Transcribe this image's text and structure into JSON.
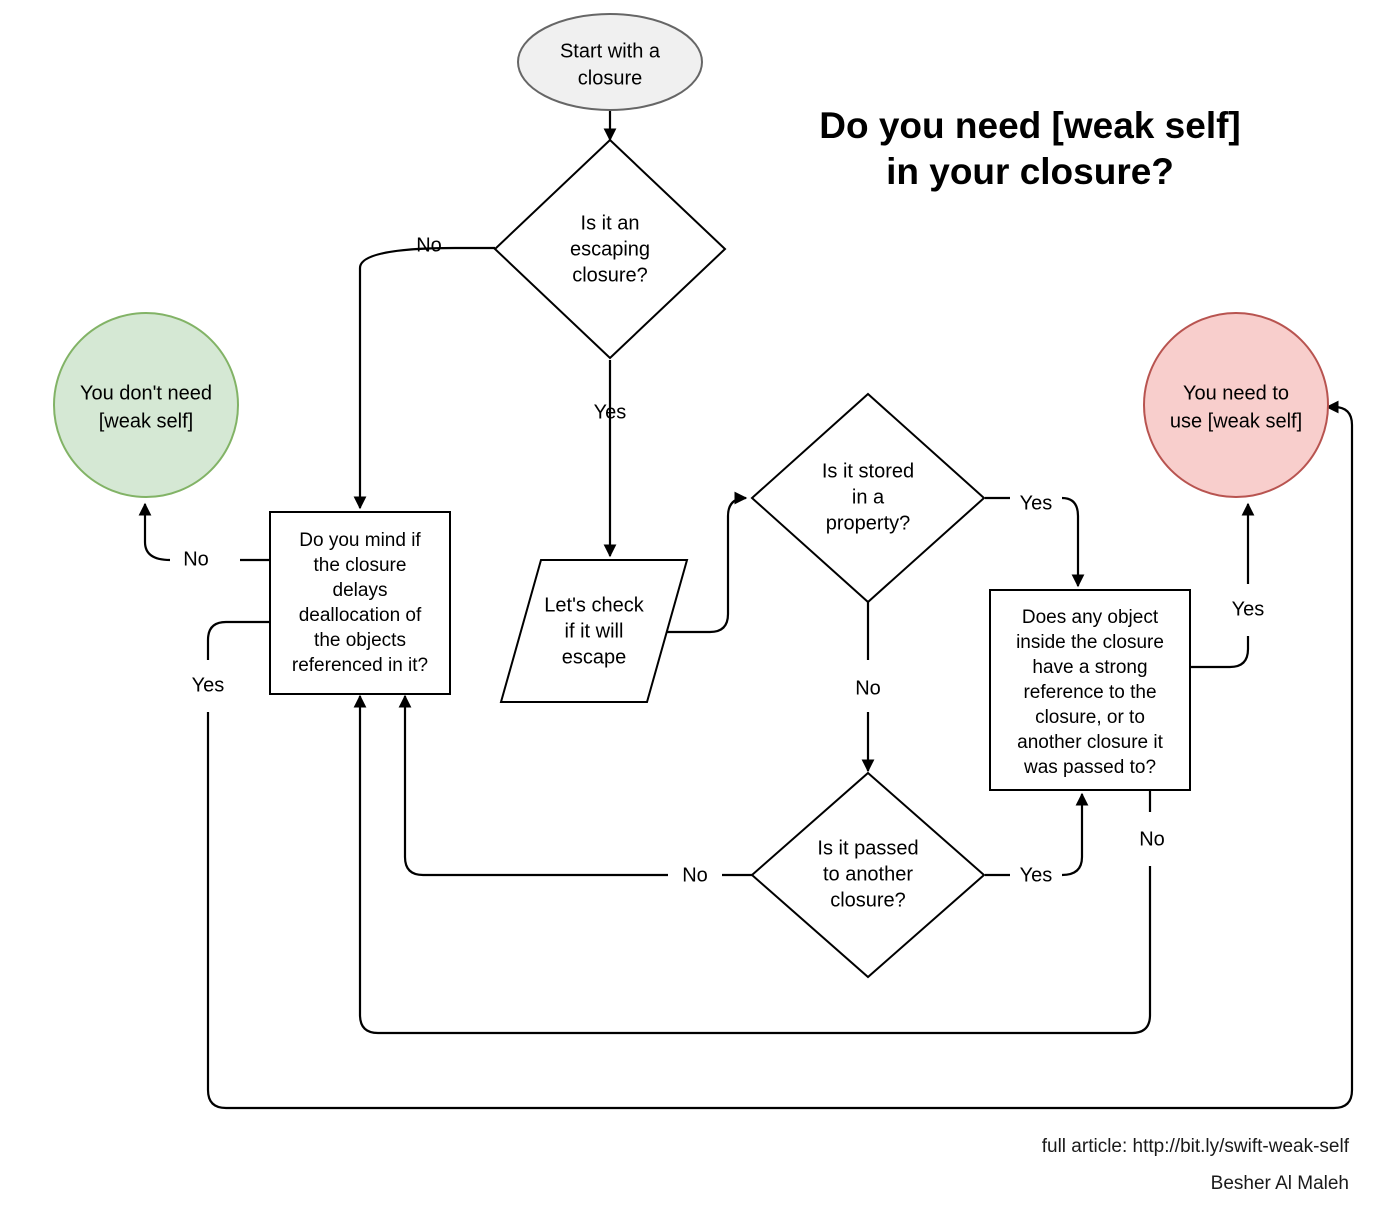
{
  "title": {
    "line1": "Do you need [weak self]",
    "line2": "in your closure?"
  },
  "nodes": {
    "start": {
      "line1": "Start with a",
      "line2": "closure"
    },
    "escaping": {
      "line1": "Is it an",
      "line2": "escaping",
      "line3": "closure?"
    },
    "lets_check": {
      "line1": "Let's check",
      "line2": "if it will",
      "line3": "escape"
    },
    "dont_need": {
      "line1": "You don't need",
      "line2": "[weak self]"
    },
    "need_to_use": {
      "line1": "You need to",
      "line2": "use [weak self]"
    },
    "do_you_mind": {
      "line1": "Do you mind if",
      "line2": "the closure",
      "line3": "delays",
      "line4": "deallocation of",
      "line5": "the objects",
      "line6": "referenced in it?"
    },
    "stored_property": {
      "line1": "Is it stored",
      "line2": "in a",
      "line3": "property?"
    },
    "strong_ref": {
      "line1": "Does any object",
      "line2": "inside the closure",
      "line3": "have a strong",
      "line4": "reference to the",
      "line5": "closure, or to",
      "line6": "another closure it",
      "line7": "was passed to?"
    },
    "passed_closure": {
      "line1": "Is it passed",
      "line2": "to another",
      "line3": "closure?"
    }
  },
  "edge_labels": {
    "escaping_no": "No",
    "escaping_yes": "Yes",
    "stored_yes": "Yes",
    "stored_no": "No",
    "passed_yes": "Yes",
    "passed_no": "No",
    "strong_yes": "Yes",
    "strong_no": "No",
    "mind_no": "No",
    "mind_yes": "Yes"
  },
  "footer": {
    "article": "full article: http://bit.ly/swift-weak-self",
    "author": "Besher Al Maleh"
  },
  "colors": {
    "green_fill": "#d5e8d4",
    "green_stroke": "#82b366",
    "red_fill": "#f8cecc",
    "red_stroke": "#b85450",
    "start_fill": "#f0f0f0",
    "start_stroke": "#666666",
    "line": "#000000",
    "text": "#000000"
  }
}
